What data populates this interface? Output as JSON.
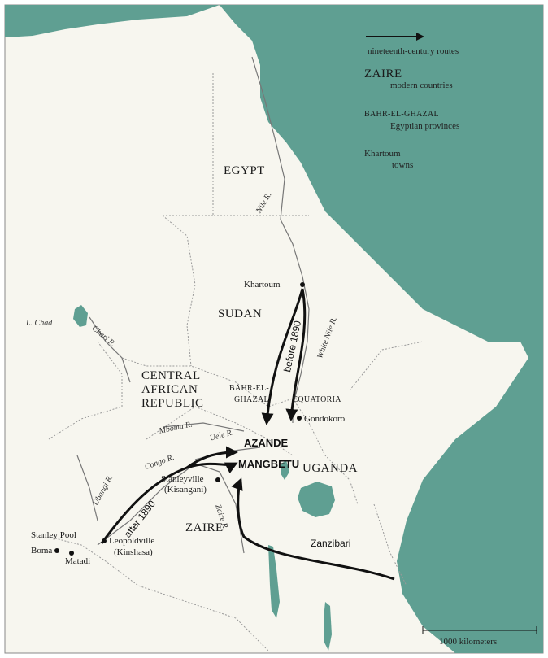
{
  "colors": {
    "sea": "#5f9f92",
    "land": "#f7f6ef",
    "route": "#111111",
    "lake": "#5f9f92"
  },
  "legend": {
    "routes": "nineteenth-century routes",
    "country_example": "ZAIRE",
    "countries": "modern countries",
    "province_example": "BAHR-EL-GHAZAL",
    "provinces": "Egyptian provinces",
    "town_example": "Khartoum",
    "towns": "towns"
  },
  "countries": {
    "egypt": "EGYPT",
    "sudan": "SUDAN",
    "car1": "CENTRAL",
    "car2": "AFRICAN",
    "car3": "REPUBLIC",
    "uganda": "UGANDA",
    "zaire": "ZAIRE"
  },
  "provinces": {
    "bahr1": "BAHR-EL-",
    "bahr2": "GHAZAL",
    "equatoria": "EQUATORIA"
  },
  "towns": {
    "khartoum": "Khartoum",
    "gondokoro": "Gondokoro",
    "stanleyville1": "Stanleyville",
    "stanleyville2": "(Kisangani)",
    "leopoldville1": "Leopoldville",
    "leopoldville2": "(Kinshasa)",
    "stanley_pool": "Stanley Pool",
    "boma": "Boma",
    "matadi": "Matadi"
  },
  "rivers": {
    "nile": "Nile R.",
    "white_nile": "White Nile R.",
    "chari": "Chari R.",
    "lake_chad": "L. Chad",
    "mbomu": "Mbomu R.",
    "uele": "Uele R.",
    "congo": "Congo R.",
    "ubangi": "Ubangi R.",
    "zaire": "Zaire R."
  },
  "routes": {
    "before": "before 1890",
    "after": "after 1890",
    "zanzibari": "Zanzibari"
  },
  "peoples": {
    "azande": "AZANDE",
    "mangbetu": "MANGBETU"
  },
  "scale": {
    "label": "1000 kilometers"
  }
}
